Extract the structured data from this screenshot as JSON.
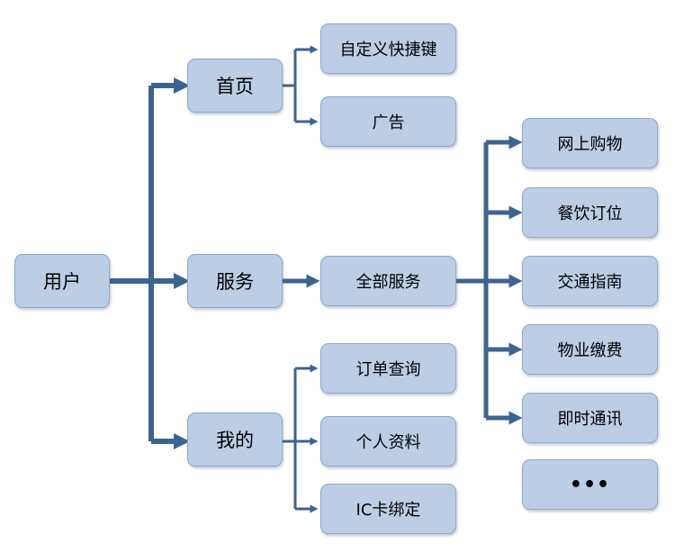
{
  "diagram": {
    "edge_color": "#3d6391",
    "node_fill": "#bccde6",
    "nodes": {
      "user": "用户",
      "home": "首页",
      "service": "服务",
      "mine": "我的",
      "custom_shortcut": "自定义快捷键",
      "ads": "广告",
      "all_services": "全部服务",
      "order_query": "订单查询",
      "personal_info": "个人资料",
      "ic_card_binding": "IC卡绑定",
      "online_shopping": "网上购物",
      "dining_reservation": "餐饮订位",
      "traffic_guide": "交通指南",
      "property_payment": "物业缴费",
      "instant_messaging": "即时通讯",
      "more": "•••"
    }
  }
}
